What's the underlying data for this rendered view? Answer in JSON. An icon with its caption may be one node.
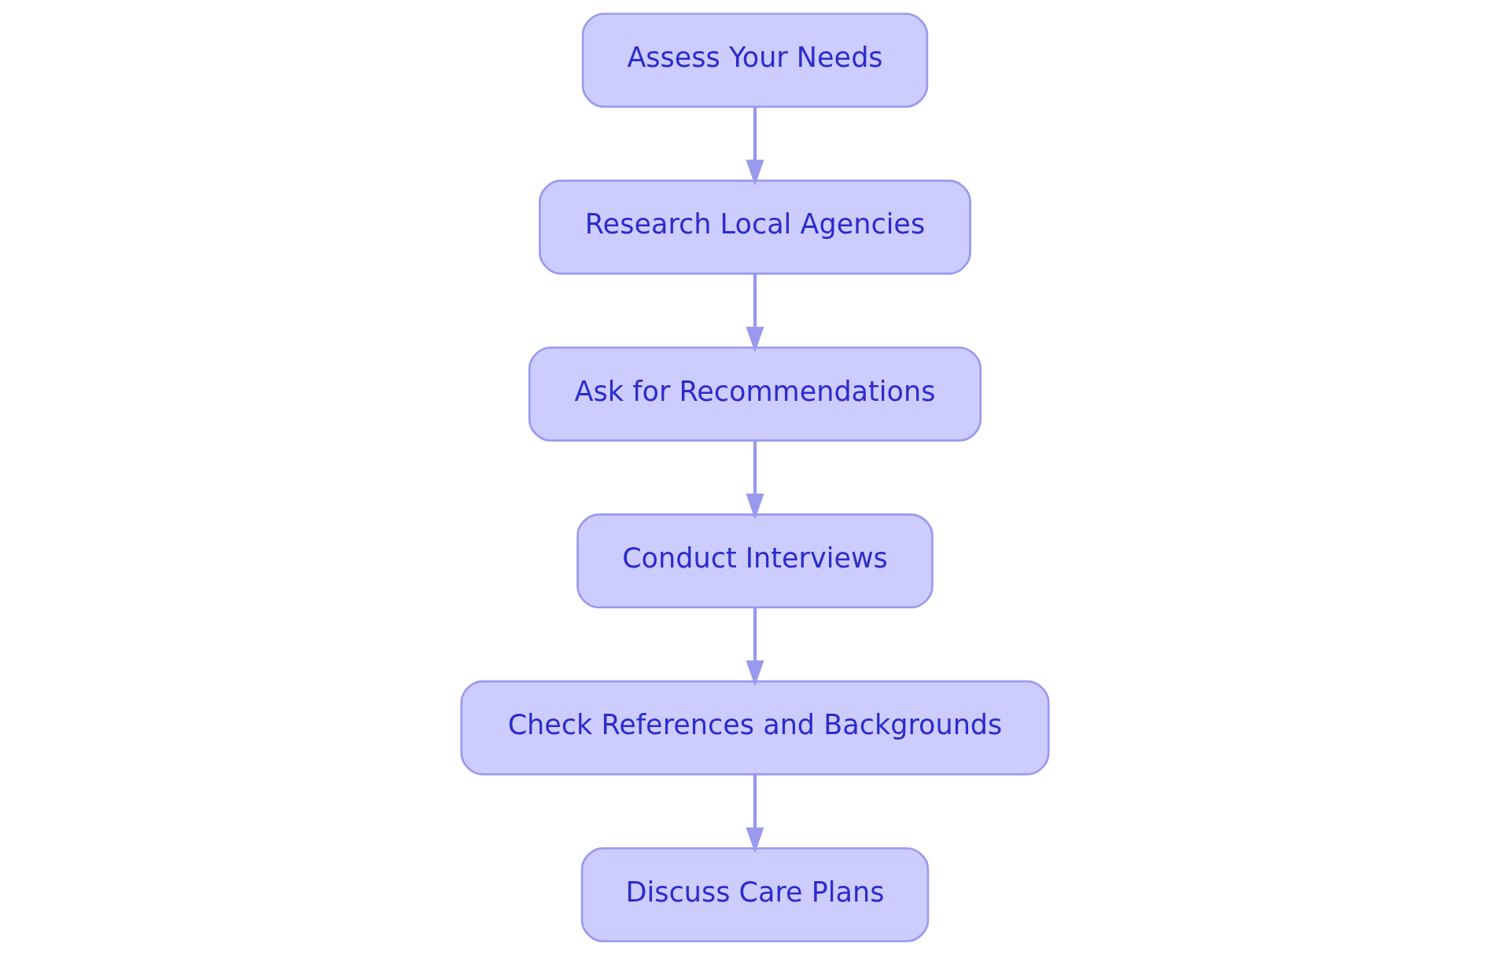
{
  "diagram": {
    "nodes": [
      {
        "text": [
          "Assess Your Needs"
        ]
      },
      {
        "text": [
          "Research Local Agencies"
        ]
      },
      {
        "text": [
          "Ask for Recommendations"
        ]
      },
      {
        "text": [
          "Conduct Interviews"
        ]
      },
      {
        "text": [
          "Check References and Backgrounds"
        ]
      },
      {
        "text": [
          "Discuss Care Plans"
        ]
      }
    ],
    "edges": [
      {
        "from": 0,
        "to": 1,
        "arrow": "to"
      },
      {
        "from": 1,
        "to": 2,
        "arrow": "to"
      },
      {
        "from": 2,
        "to": 3,
        "arrow": "to"
      },
      {
        "from": 3,
        "to": 4,
        "arrow": "to"
      },
      {
        "from": 4,
        "to": 5,
        "arrow": "to"
      }
    ]
  }
}
